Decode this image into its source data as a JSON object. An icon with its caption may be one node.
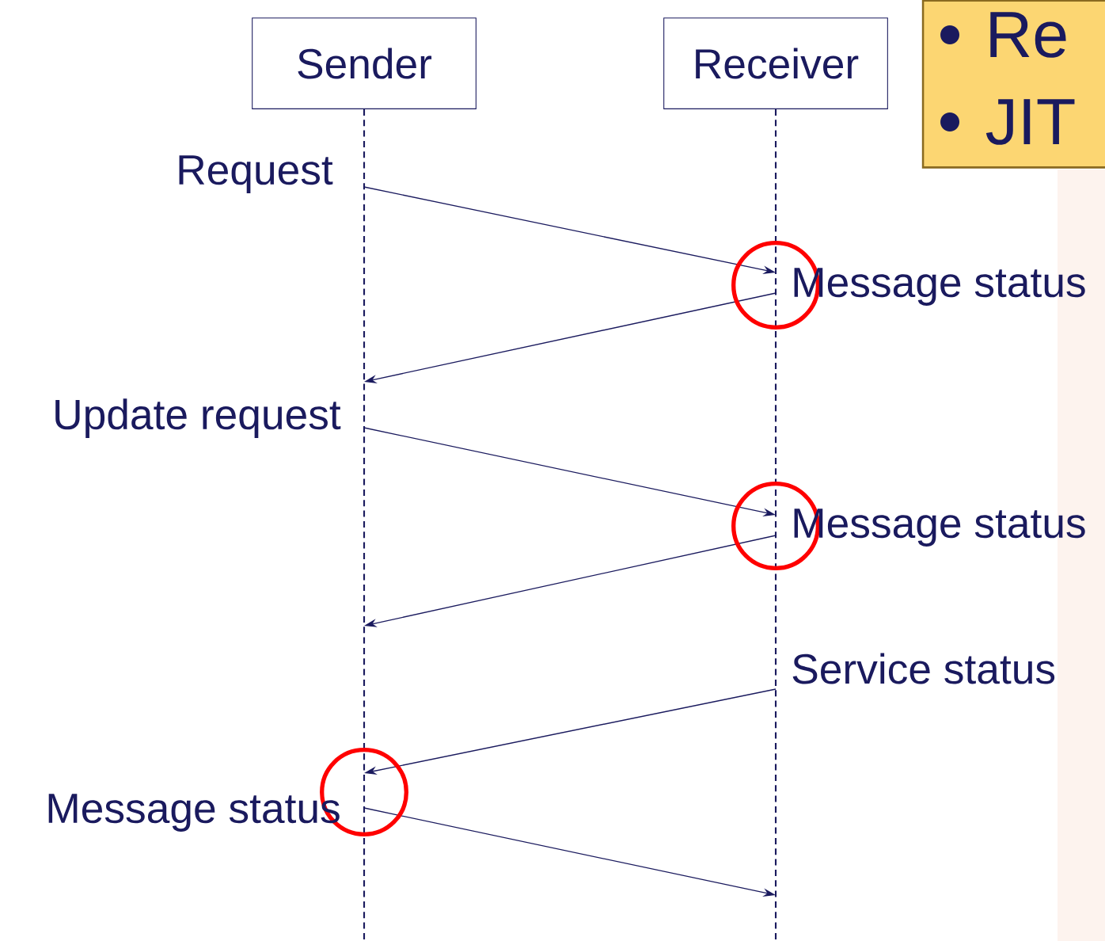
{
  "diagram": {
    "nodes": [
      {
        "text": [
          "Sender"
        ]
      },
      {
        "text": [
          "Receiver"
        ]
      },
      {
        "text": [
          "Re",
          "JIT"
        ]
      }
    ],
    "edges": [
      {
        "from": 0,
        "to": 1,
        "arrow": "to",
        "label": "Request"
      },
      {
        "from": 1,
        "to": 0,
        "arrow": "to",
        "label": "Message status"
      },
      {
        "from": 0,
        "to": 1,
        "arrow": "to",
        "label": "Update request"
      },
      {
        "from": 1,
        "to": 0,
        "arrow": "to",
        "label": "Message status"
      },
      {
        "from": 1,
        "to": 0,
        "arrow": "to",
        "label": "Service status"
      },
      {
        "from": 0,
        "to": 1,
        "arrow": "to",
        "label": "Message status"
      }
    ]
  }
}
